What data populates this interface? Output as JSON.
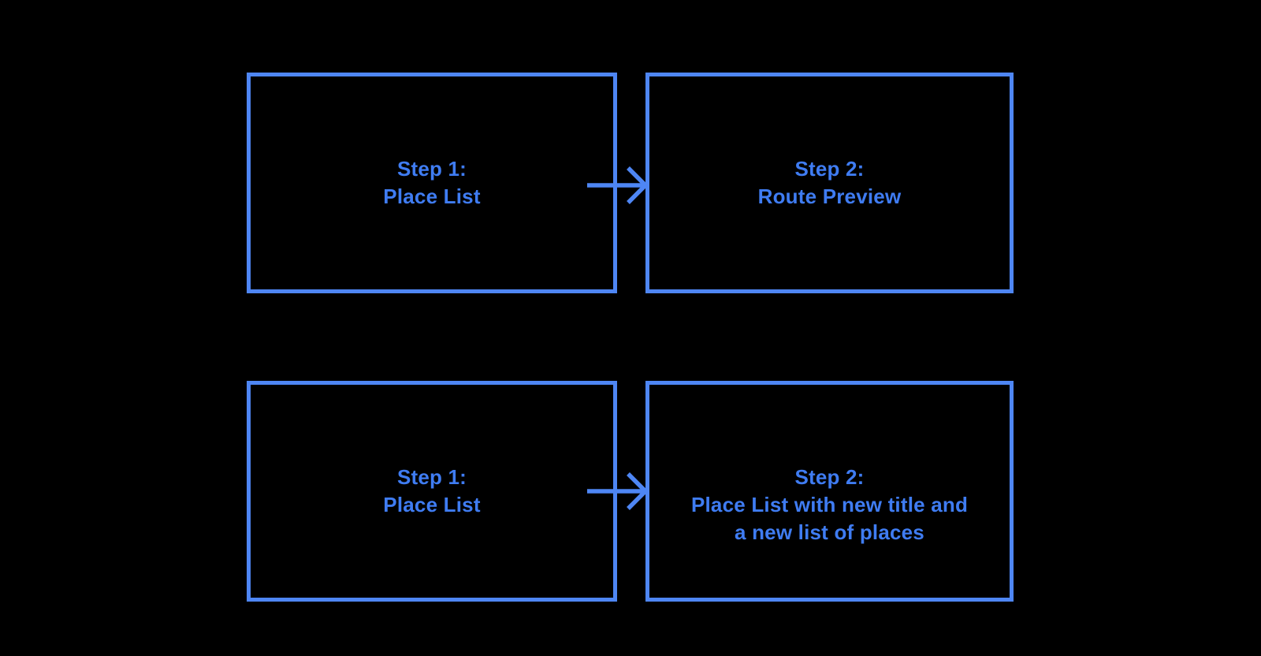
{
  "colors": {
    "background": "#000000",
    "box_border": "#4e86f4",
    "label_text": "#3f7cf2",
    "arrow": "#4e86f4"
  },
  "diagram": {
    "boxes": [
      {
        "name": "top-step-1",
        "lines": [
          "Step 1:",
          "Place List"
        ]
      },
      {
        "name": "top-step-2",
        "lines": [
          "Step 2:",
          "Route Preview"
        ]
      },
      {
        "name": "bottom-step-1",
        "lines": [
          "Step 1:",
          "Place List"
        ]
      },
      {
        "name": "bottom-step-2",
        "lines": [
          "Step 2:",
          "Place List with new title and",
          "a new list of places"
        ]
      }
    ],
    "connectors": [
      {
        "icon": "arrow-right",
        "from": "top-step-1",
        "to": "top-step-2"
      },
      {
        "icon": "arrow-right",
        "from": "bottom-step-1",
        "to": "bottom-step-2"
      }
    ]
  }
}
